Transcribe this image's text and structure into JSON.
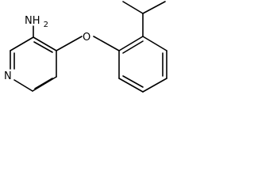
{
  "molecule": {
    "atoms": {
      "amine": "NH2",
      "amine_h_count": "2",
      "ether_oxygen": "O",
      "ring_nitrogen": "N"
    }
  }
}
